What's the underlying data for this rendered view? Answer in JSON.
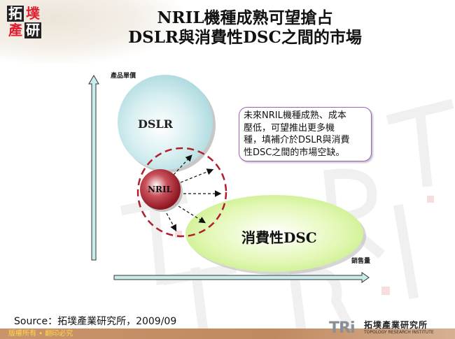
{
  "header": {
    "logo_chars": [
      "拓",
      "墣",
      "產",
      "研"
    ],
    "title_line1": "NRIL機種成熟可望搶占",
    "title_line2": "DSLR與消費性DSC之間的市場"
  },
  "diagram": {
    "y_axis_label": "產品單價",
    "x_axis_label": "銷售量",
    "nodes": {
      "dslr": "DSLR",
      "nril": "NRIL",
      "dsc": "消費性DSC"
    },
    "callout_lines": [
      "未來NRIL機種成熟、成本",
      "壓低，可望推出更多機",
      "種，填補介於DSLR與消費",
      "性DSC之間的市場空缺。"
    ],
    "colors": {
      "dslr_fill": "#bfe3e8",
      "nril_fill": "#a8222e",
      "dsc_fill": "#d8f5a0",
      "dashed_circle": "#b01e2e",
      "callout_border": "#a060b8",
      "axis_fill": "#c8ecec"
    }
  },
  "footer": {
    "source": "Source：拓墣產業研究所，2009/09",
    "copyright": "版權所有 • 翻印必究",
    "org_mark": "TRi",
    "org_cn": "拓墣產業研究所",
    "org_en": "TOPOLOGY RESEARCH INSTITUTE"
  }
}
